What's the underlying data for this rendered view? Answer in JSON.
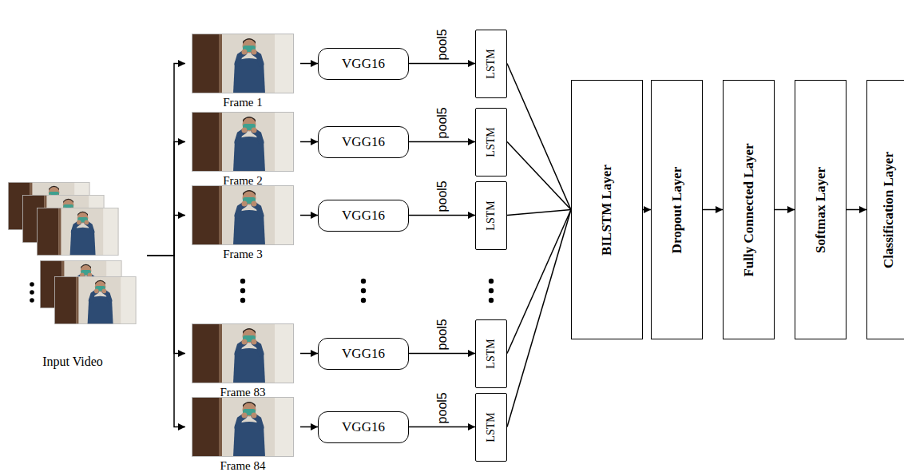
{
  "diagram": {
    "nodes": [
      {
        "text": [
          "Input Video"
        ]
      },
      {
        "text": [
          "Frame 1"
        ]
      },
      {
        "text": [
          "VGG16"
        ]
      },
      {
        "text": [
          "LSTM"
        ]
      },
      {
        "text": [
          "Frame 2"
        ]
      },
      {
        "text": [
          "VGG16"
        ]
      },
      {
        "text": [
          "LSTM"
        ]
      },
      {
        "text": [
          "Frame 3"
        ]
      },
      {
        "text": [
          "VGG16"
        ]
      },
      {
        "text": [
          "LSTM"
        ]
      },
      {
        "text": [
          "Frame 83"
        ]
      },
      {
        "text": [
          "VGG16"
        ]
      },
      {
        "text": [
          "LSTM"
        ]
      },
      {
        "text": [
          "Frame 84"
        ]
      },
      {
        "text": [
          "VGG16"
        ]
      },
      {
        "text": [
          "LSTM"
        ]
      },
      {
        "text": [
          "BILSTM Layer"
        ]
      },
      {
        "text": [
          "Dropout Layer"
        ]
      },
      {
        "text": [
          "Fully Connected Layer"
        ]
      },
      {
        "text": [
          "Softmax Layer"
        ]
      },
      {
        "text": [
          "Classification Layer"
        ]
      }
    ],
    "edges": [
      {
        "from": 0,
        "to": 1,
        "arrow": "to"
      },
      {
        "from": 0,
        "to": 4,
        "arrow": "to"
      },
      {
        "from": 0,
        "to": 7,
        "arrow": "to"
      },
      {
        "from": 0,
        "to": 10,
        "arrow": "to"
      },
      {
        "from": 0,
        "to": 13,
        "arrow": "to"
      },
      {
        "from": 1,
        "to": 2,
        "arrow": "to"
      },
      {
        "from": 4,
        "to": 5,
        "arrow": "to"
      },
      {
        "from": 7,
        "to": 8,
        "arrow": "to"
      },
      {
        "from": 10,
        "to": 11,
        "arrow": "to"
      },
      {
        "from": 13,
        "to": 14,
        "arrow": "to"
      },
      {
        "from": 2,
        "to": 3,
        "label": "pool5",
        "arrow": "to"
      },
      {
        "from": 5,
        "to": 6,
        "label": "pool5",
        "arrow": "to"
      },
      {
        "from": 8,
        "to": 9,
        "label": "pool5",
        "arrow": "to"
      },
      {
        "from": 11,
        "to": 12,
        "label": "pool5",
        "arrow": "to"
      },
      {
        "from": 14,
        "to": 15,
        "label": "pool5",
        "arrow": "to"
      },
      {
        "from": 3,
        "to": 16,
        "arrow": "none"
      },
      {
        "from": 6,
        "to": 16,
        "arrow": "none"
      },
      {
        "from": 9,
        "to": 16,
        "arrow": "none"
      },
      {
        "from": 12,
        "to": 16,
        "arrow": "none"
      },
      {
        "from": 15,
        "to": 16,
        "arrow": "none"
      },
      {
        "from": 16,
        "to": 17,
        "arrow": "to"
      },
      {
        "from": 17,
        "to": 18,
        "arrow": "to"
      },
      {
        "from": 18,
        "to": 19,
        "arrow": "to"
      },
      {
        "from": 19,
        "to": 20,
        "arrow": "to"
      }
    ]
  }
}
